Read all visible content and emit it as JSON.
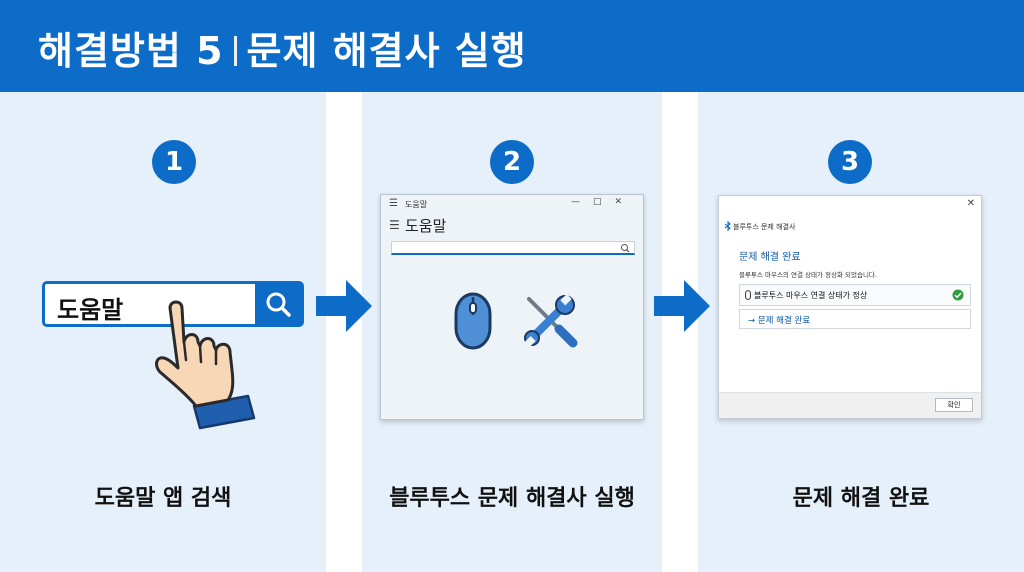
{
  "header": {
    "title_left": "해결방법 5",
    "title_right": "문제 해결사 실행",
    "background_color": "#0d6cc7"
  },
  "steps": [
    {
      "number": "1",
      "caption": "도움말 앱 검색"
    },
    {
      "number": "2",
      "caption": "블루투스 문제 해결사 실행"
    },
    {
      "number": "3",
      "caption": "문제 해결 완료"
    }
  ],
  "step1": {
    "search_value": "도움말",
    "search_icon": "search-icon",
    "pointer_icon": "hand-pointer-icon"
  },
  "step2": {
    "window_title": "도움말",
    "heading": "도움말",
    "controls": [
      "—",
      "□",
      "✕"
    ],
    "icons": [
      "mouse-icon",
      "wrench-screwdriver-icon"
    ]
  },
  "step3": {
    "window_title": "블루투스 문제 해결사",
    "heading": "문제 해결 완료",
    "description": "블루투스 마우스의 연결 상태가 정상화 되었습니다.",
    "status_text": "블루투스 마우스 연결 상태가 정상",
    "link_text": "→ 문제 해결 완료",
    "ok_label": "확인",
    "close": "✕"
  },
  "colors": {
    "accent": "#0d6cc7",
    "panel": "#e6f0fa",
    "success": "#2e9e3e"
  }
}
